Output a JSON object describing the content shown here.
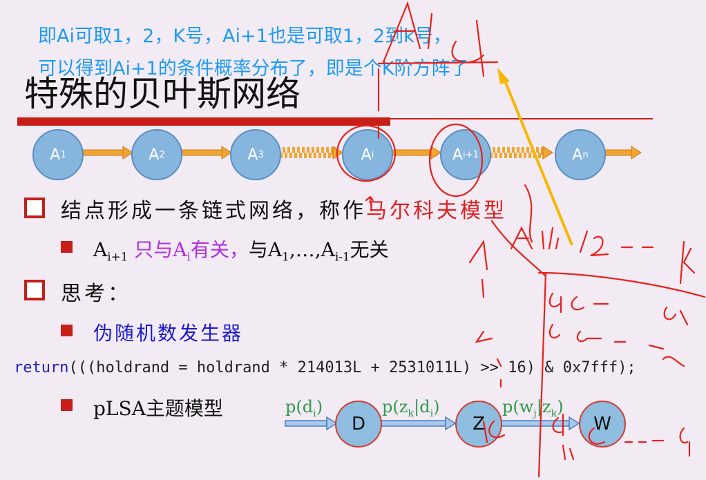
{
  "caption": {
    "line1": "即Ai可取1，2，K号，Ai+1也是可取1，2到k号，",
    "line2": "可以得到Ai+1的条件概率分布了，即是个K阶方阵了"
  },
  "slide": {
    "title": "特殊的贝叶斯网络",
    "chain_nodes": [
      {
        "base": "A",
        "sub": "1"
      },
      {
        "base": "A",
        "sub": "2"
      },
      {
        "base": "A",
        "sub": "3"
      },
      {
        "base": "A",
        "sub": "i"
      },
      {
        "base": "A",
        "sub": "i+1"
      },
      {
        "base": "A",
        "sub": "n"
      }
    ],
    "bullet1": {
      "text": "结点形成一条链式网络，称作",
      "highlight": "马尔科夫模型"
    },
    "bullet1_sub": {
      "a1": "A",
      "a1_sub": "i+1",
      "mid": "只与",
      "a2": "A",
      "a2_sub": "i",
      "mid2": "有关，",
      "rest": "与A",
      "rest_sub": "1",
      "dots": ",…,A",
      "last_sub": "i-1",
      "end": "无关"
    },
    "bullet2": "思考：",
    "bullet2_sub1": "伪随机数发生器",
    "code": {
      "keyword": "return",
      "body": "(((holdrand = holdrand * 214013L + 2531011L) >> 16) & 0x7fff);"
    },
    "bullet2_sub2": "pLSA主题模型",
    "plsa": {
      "nodes": [
        "D",
        "Z",
        "W"
      ],
      "labels": [
        {
          "p": "p(d",
          "s": "i",
          ")": ")"
        },
        {
          "p": "p(z",
          "s": "k",
          "m": "|d",
          "s2": "i"
        },
        {
          "p": "p(w",
          "s": "j",
          "m": "|z",
          "s2": "k"
        }
      ]
    }
  },
  "colors": {
    "caption": "#1f9af2",
    "accent_red": "#c81e18",
    "markov": "#e02020",
    "purple": "#b030e0",
    "blue_text": "#1a1ad0",
    "green_label": "#2f9a4a",
    "node_fill": "#86b6de",
    "annotation": "#e8201a",
    "arrow_pointer": "#f5b800"
  }
}
